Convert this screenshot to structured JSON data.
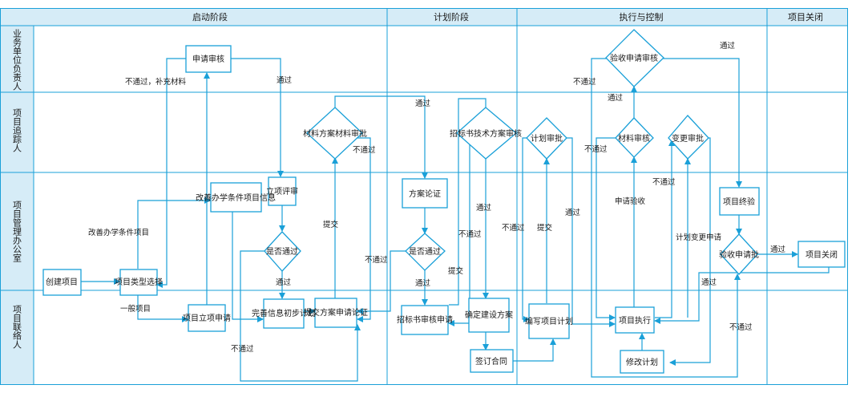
{
  "phases": [
    {
      "label": "启动阶段"
    },
    {
      "label": "计划阶段"
    },
    {
      "label": "执行与控制"
    },
    {
      "label": "项目关闭"
    }
  ],
  "lanes": [
    {
      "label": "业务单位负责人"
    },
    {
      "label": "项目追踪人"
    },
    {
      "label": "项目管理办公室"
    },
    {
      "label": "项目联络人"
    }
  ],
  "nodes": {
    "create": "创建项目",
    "type_select": "项目类型选择",
    "apply_review": "申请审核",
    "improve_info": "改善办学条件项目信息",
    "project_approval_apply": "项目立项申请",
    "approval_review": "立项评审",
    "is_approved": "是否通过",
    "complete_info": "完善信息初步计划",
    "submit_plan": "提交方案申请论证",
    "material_review": "材料方案材料审批",
    "plan_demo": "方案论证",
    "is_pass2": "是否通过",
    "tender_tech_review": "招标书技术方案审核",
    "tender_apply": "招标书审核申请",
    "confirm_plan": "确定建设方案",
    "sign_contract": "签订合同",
    "plan_approve": "计划审批",
    "write_plan": "编写项目计划",
    "acceptance_review": "验收申请审核",
    "material_approve": "材料审核",
    "change_approve": "变更审批",
    "project_exec": "项目执行",
    "modify_plan": "修改计划",
    "final_check": "项目终验",
    "accept_approve": "验收申请批",
    "close": "项目关闭"
  },
  "edges": {
    "reject_supplement": "不通过，补充材料",
    "pass": "通过",
    "improve_project": "改善办学条件项目",
    "general_project": "一般项目",
    "reject": "不通过",
    "submit": "提交",
    "apply_acceptance": "申请验收",
    "plan_change_apply": "计划变更申请"
  }
}
